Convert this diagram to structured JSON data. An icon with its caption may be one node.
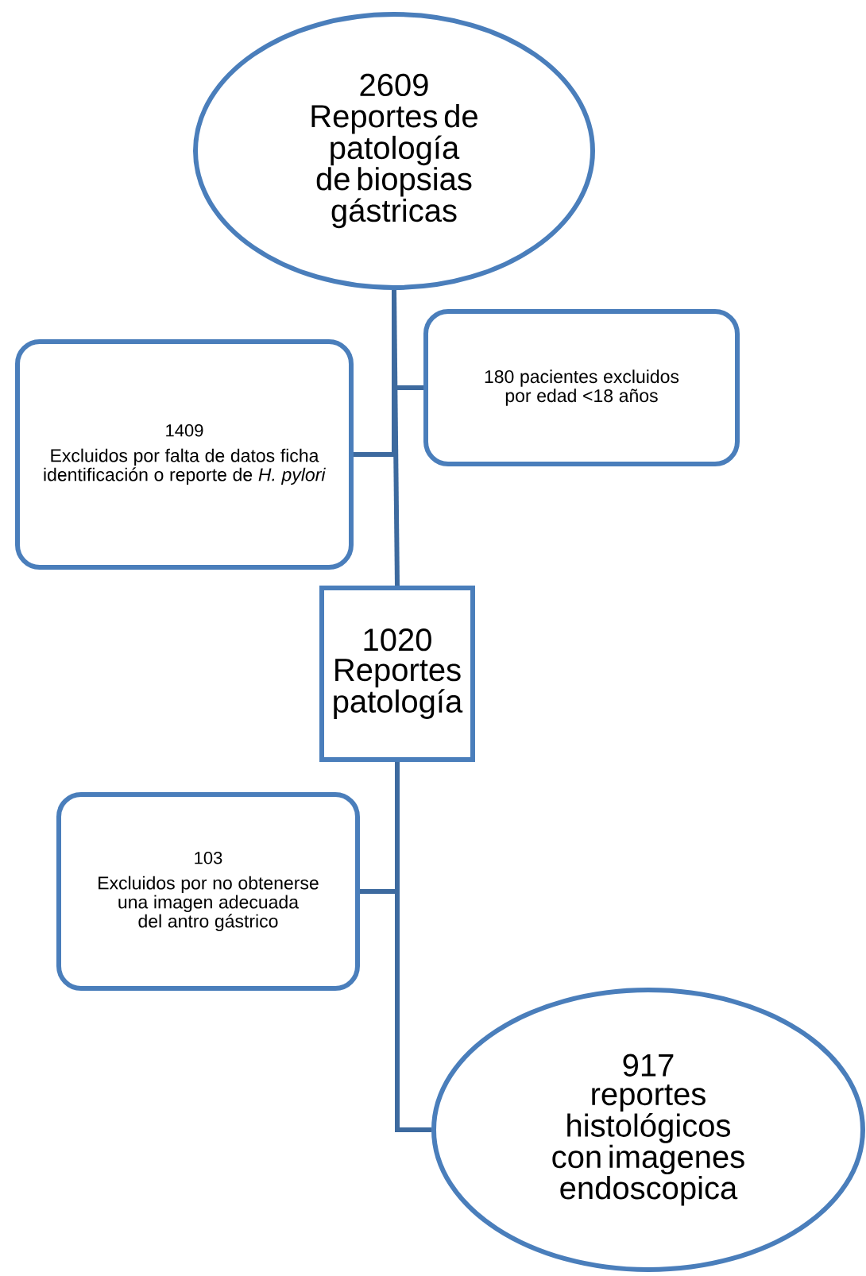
{
  "diagram": {
    "nodes": [
      {
        "text": [
          "2609",
          "Reportes de patología de biopsias gástricas"
        ]
      },
      {
        "text": [
          "1409",
          "Excluidos por falta de datos ficha identificación o reporte de *H. pylori*"
        ]
      },
      {
        "text": [
          "180 pacientes excluidos por edad <18 años"
        ]
      },
      {
        "text": [
          "1020",
          "Reportes patología"
        ]
      },
      {
        "text": [
          "103",
          "Excluidos por no obtenerse una imagen adecuada del antro gástrico"
        ]
      },
      {
        "text": [
          "917",
          "reportes histológicos con imagenes endoscopica"
        ]
      }
    ],
    "edges": [
      {
        "from": 0,
        "to": 3,
        "arrow": "none"
      },
      {
        "from": 0,
        "to": 2,
        "arrow": "none"
      },
      {
        "from": 0,
        "to": 1,
        "arrow": "none"
      },
      {
        "from": 3,
        "to": 4,
        "arrow": "none"
      },
      {
        "from": 3,
        "to": 5,
        "arrow": "none"
      }
    ]
  }
}
